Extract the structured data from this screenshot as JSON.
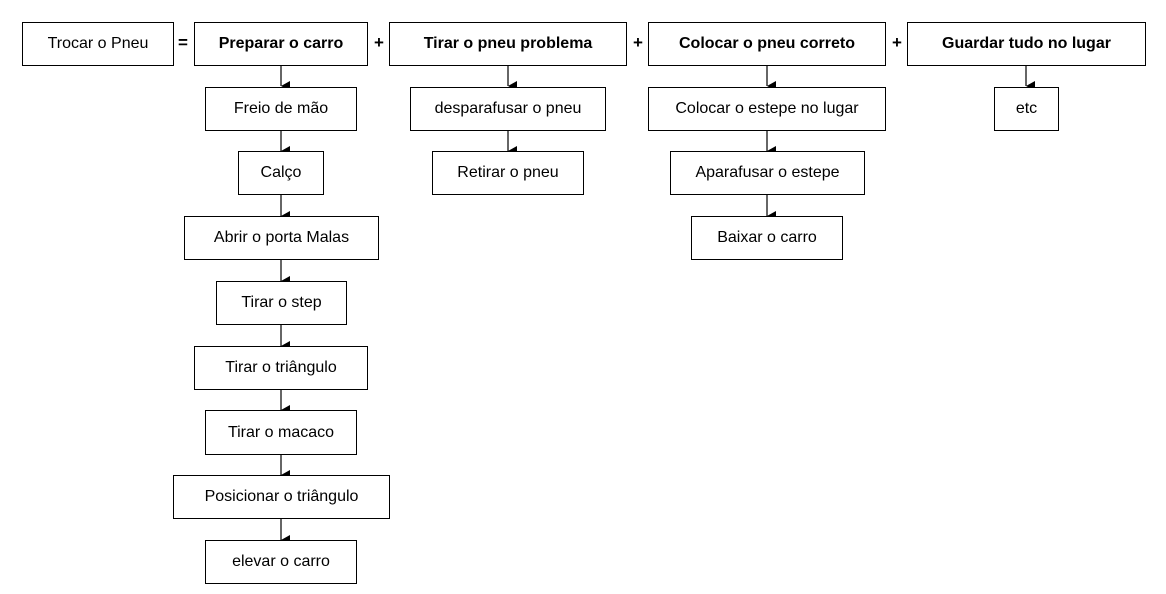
{
  "root": {
    "label": "Trocar o Pneu"
  },
  "operators": {
    "equals": "=",
    "plus": "+"
  },
  "columns": [
    {
      "header": "Preparar o carro",
      "steps": [
        "Freio de mão",
        "Calço",
        "Abrir o porta Malas",
        "Tirar o step",
        "Tirar o triângulo",
        "Tirar o macaco",
        "Posicionar o triângulo",
        "elevar o carro"
      ]
    },
    {
      "header": "Tirar o pneu problema",
      "steps": [
        "desparafusar o pneu",
        "Retirar o pneu"
      ]
    },
    {
      "header": "Colocar o pneu correto",
      "steps": [
        "Colocar o estepe no lugar",
        "Aparafusar o estepe",
        "Baixar o carro"
      ]
    },
    {
      "header": "Guardar tudo no lugar",
      "steps": [
        "etc"
      ]
    }
  ]
}
